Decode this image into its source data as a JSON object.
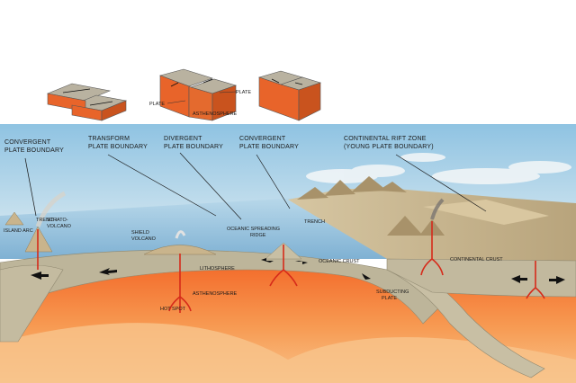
{
  "labels": {
    "convergent_left_1": "CONVERGENT",
    "convergent_left_2": "PLATE BOUNDARY",
    "transform_1": "TRANSFORM",
    "transform_2": "PLATE BOUNDARY",
    "divergent_1": "DIVERGENT",
    "divergent_2": "PLATE BOUNDARY",
    "convergent_right_1": "CONVERGENT",
    "convergent_right_2": "PLATE BOUNDARY",
    "rift_1": "CONTINENTAL RIFT ZONE",
    "rift_2": "(YOUNG PLATE BOUNDARY)",
    "trench_left": "TRENCH",
    "island_arc": "ISLAND ARC",
    "strato_1": "STRATO-",
    "strato_2": "VOLCANO",
    "shield_1": "SHIELD",
    "shield_2": "VOLCANO",
    "ridge_1": "OCEANIC SPREADING",
    "ridge_2": "RIDGE",
    "trench_right": "TRENCH",
    "oceanic_crust": "OCEANIC CRUST",
    "continental_crust": "CONTINENTAL CRUST",
    "lithosphere": "LITHOSPHERE",
    "asthenosphere": "ASTHENOSPHERE",
    "hot_spot": "HOT SPOT",
    "subducting_1": "SUBDUCTING",
    "subducting_2": "PLATE",
    "inset_plate_top": "PLATE",
    "inset_plate_side": "PLATE",
    "inset_asthenosphere": "ASTHENOSPHERE"
  },
  "colors": {
    "sky_top": "#8fc3e2",
    "sky_bottom": "#dcecf4",
    "ocean": "#9cc6e0",
    "lithosphere": "#bfb79c",
    "asthenosphere": "#f48a3c",
    "deep_mantle": "#f7a35c",
    "magma": "#d62a1a",
    "block_top": "#b9b2a0",
    "block_side": "#e8642a",
    "land": "#c9b48c"
  }
}
